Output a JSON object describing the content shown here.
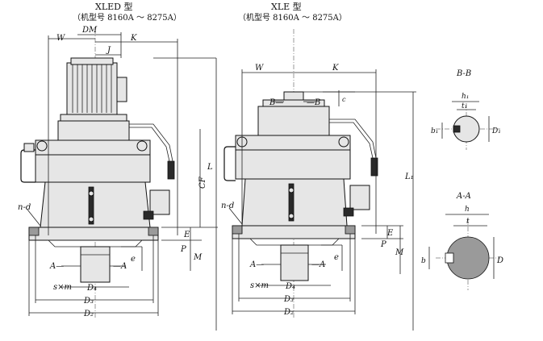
{
  "titles": {
    "left_title": "XLED 型",
    "left_sub": "（机型号 8160A ～ 8275A）",
    "right_title": "XLE 型",
    "right_sub": "（机型号 8160A ～ 8275A）"
  },
  "left_labels": {
    "W": "W",
    "DM": "DM",
    "K": "K",
    "J": "J",
    "L": "L",
    "CF": "CF",
    "E": "E",
    "P": "P",
    "M": "M",
    "e": "e",
    "nd": "n-d",
    "A1": "A—",
    "A2": "—A",
    "sm": "s×m",
    "D4": "D₄",
    "D3": "D₃",
    "D2": "D₂"
  },
  "right_labels": {
    "W": "W",
    "K": "K",
    "B1": "B—",
    "B2": "—B",
    "c": "c",
    "L1": "L₁",
    "E": "E",
    "P": "P",
    "M": "M",
    "e": "e",
    "nd": "n-d",
    "A1": "A—",
    "A2": "—A",
    "sm": "s×m",
    "D4": "D₄",
    "D3": "D₃",
    "D2": "D₂"
  },
  "section_bb": {
    "title": "B-B",
    "h1": "h₁",
    "t1": "t₁",
    "b1": "b₁",
    "D1": "D₁"
  },
  "section_aa": {
    "title": "A-A",
    "h": "h",
    "t": "t",
    "b": "b",
    "D": "D"
  }
}
